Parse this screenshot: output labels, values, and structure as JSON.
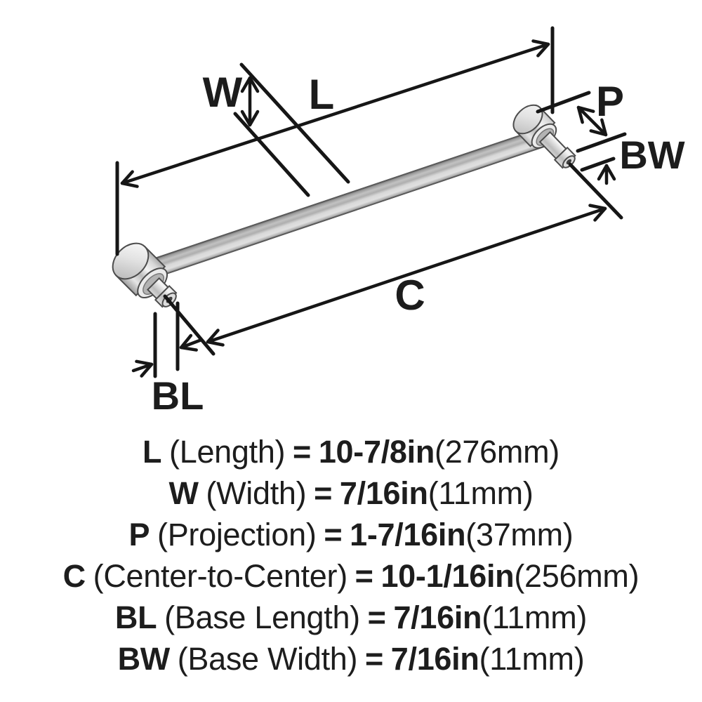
{
  "diagram": {
    "labels": {
      "L": "L",
      "W": "W",
      "P": "P",
      "C": "C",
      "BL": "BL",
      "BW": "BW"
    }
  },
  "specs": [
    {
      "code": "L",
      "name": "(Length)",
      "eq": "=",
      "inch": "10-7/8in",
      "mm": "(276mm)"
    },
    {
      "code": "W",
      "name": "(Width)",
      "eq": "=",
      "inch": "7/16in",
      "mm": "(11mm)"
    },
    {
      "code": "P",
      "name": "(Projection)",
      "eq": "=",
      "inch": "1-7/16in",
      "mm": "(37mm)"
    },
    {
      "code": "C",
      "name": "(Center-to-Center)",
      "eq": "=",
      "inch": "10-1/16in",
      "mm": "(256mm)"
    },
    {
      "code": "BL",
      "name": "(Base Length)",
      "eq": "=",
      "inch": "7/16in",
      "mm": "(11mm)"
    },
    {
      "code": "BW",
      "name": "(Base Width)",
      "eq": "=",
      "inch": "7/16in",
      "mm": "(11mm)"
    }
  ],
  "colors": {
    "background": "#ffffff",
    "line": "#161616",
    "text": "#1d1d1d",
    "metal_outline": "#4c4c4c",
    "metal_light": "#ececec",
    "metal_mid": "#b9b9b9",
    "metal_dark": "#7a7a7a"
  }
}
